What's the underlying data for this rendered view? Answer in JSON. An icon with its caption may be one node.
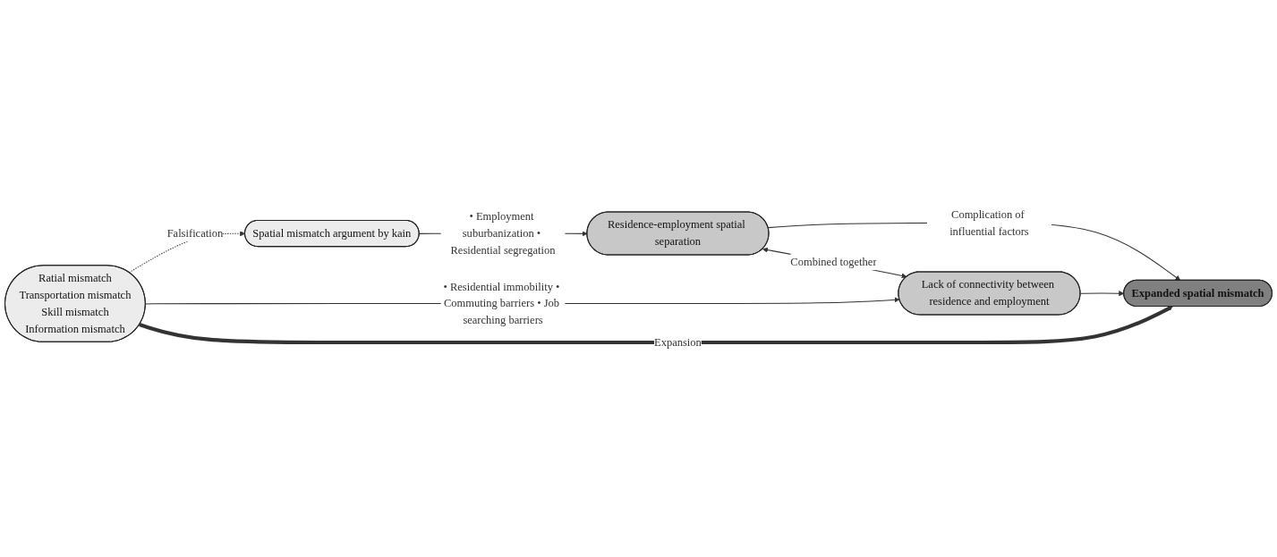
{
  "diagram": {
    "nodes": [
      {
        "text": [
          "Spatial mismatch argument by kain"
        ]
      },
      {
        "text": [
          "Residence-employment spatial separation"
        ]
      },
      {
        "text": [
          "Expanded spatial mismatch"
        ]
      },
      {
        "text": [
          "Ratial mismatch",
          "Transportation mismatch",
          "Skill mismatch",
          "Information mismatch"
        ]
      },
      {
        "text": [
          "Lack of connectivity between residence and employment"
        ]
      }
    ],
    "edges": [
      {
        "from": 0,
        "to": 1,
        "arrow": "to",
        "label": "• Employment suburbanization • Residential segregation"
      },
      {
        "from": 3,
        "to": 0,
        "arrow": "to",
        "label": "Falsification",
        "style": "dashed"
      },
      {
        "from": 1,
        "to": 4,
        "arrow": "both",
        "label": "Combined together"
      },
      {
        "from": 1,
        "to": 2,
        "arrow": "to",
        "label": "Complication of influential factors"
      },
      {
        "from": 4,
        "to": 2,
        "arrow": "to"
      },
      {
        "from": 3,
        "to": 4,
        "arrow": "to",
        "label": "• Residential immobility • Commuting barriers • Job searching barriers"
      },
      {
        "from": 3,
        "to": 2,
        "arrow": "to",
        "label": "Expansion",
        "style": "thick"
      }
    ]
  }
}
